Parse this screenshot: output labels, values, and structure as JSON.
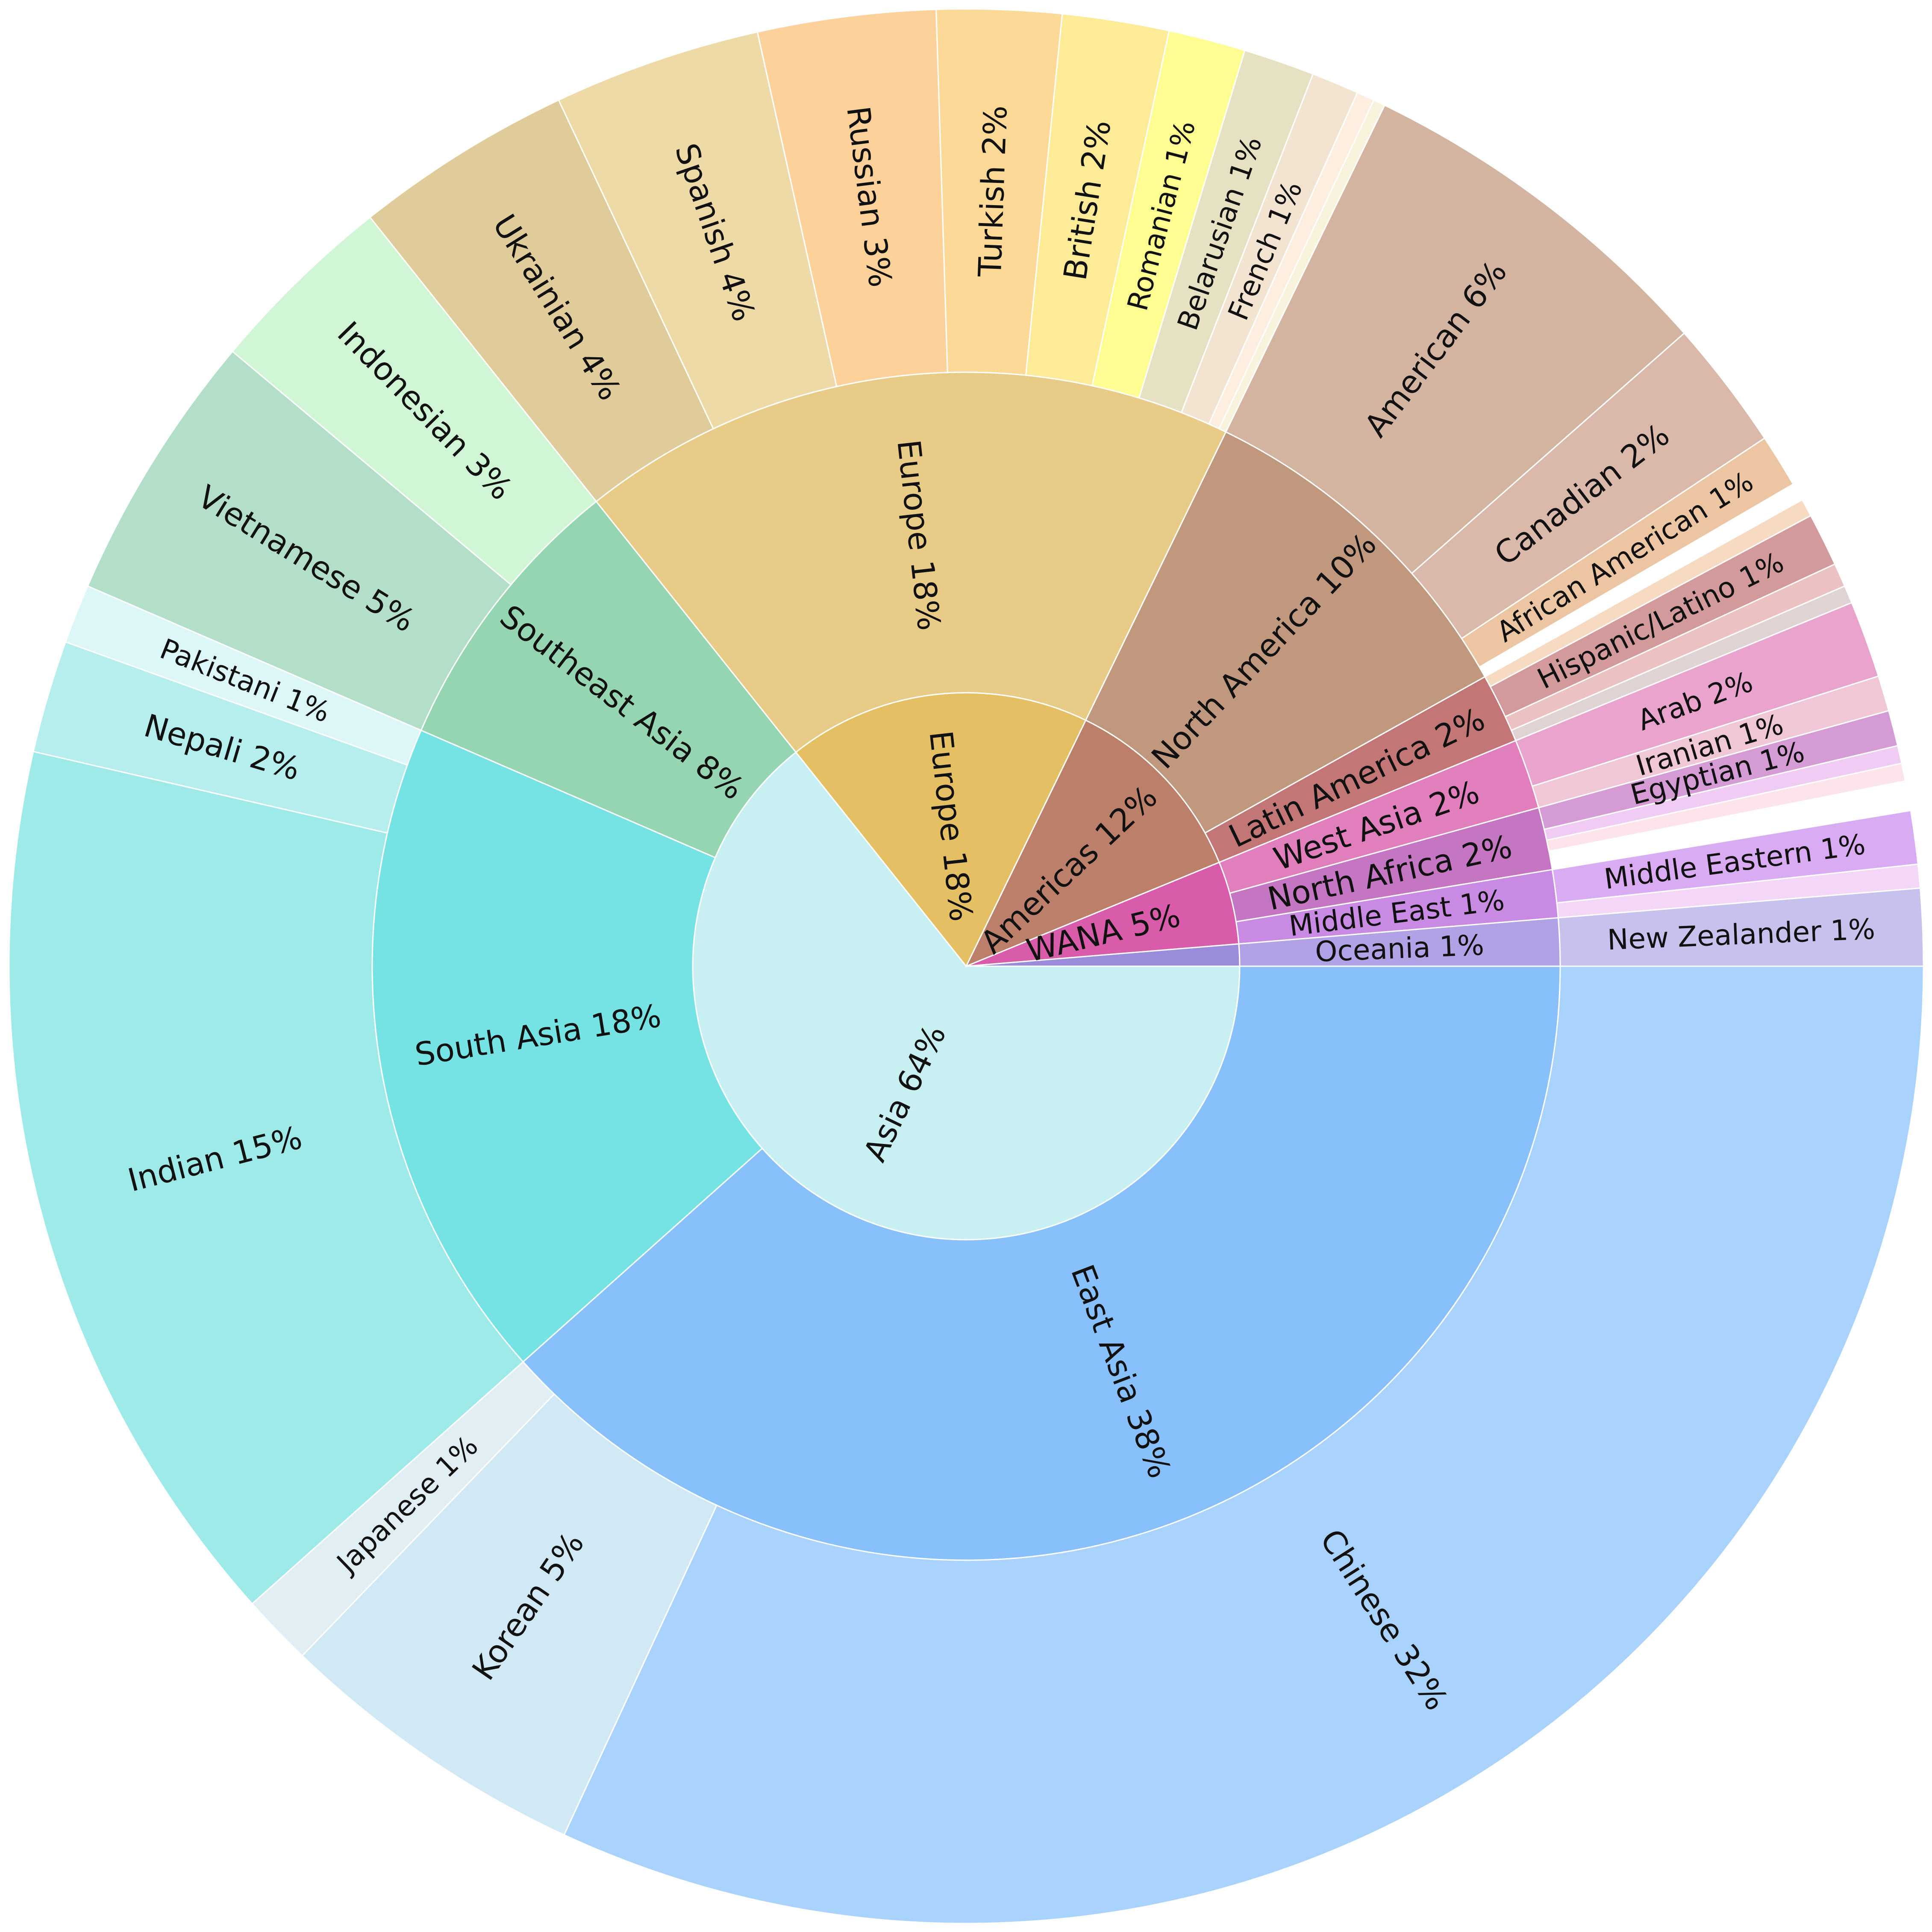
{
  "chart_data": {
    "type": "sunburst",
    "title": "",
    "nodes": [
      {
        "id": "asia",
        "label": "Asia 64%",
        "value": 64.3,
        "ring": 0,
        "parent": null,
        "color": "#c8f0f3"
      },
      {
        "id": "europe0",
        "label": "Europe 18%",
        "value": 17.9,
        "ring": 0,
        "parent": null,
        "color": "#e5bf63"
      },
      {
        "id": "americas",
        "label": "Americas 12%",
        "value": 11.6,
        "ring": 0,
        "parent": null,
        "color": "#bc806a"
      },
      {
        "id": "wana",
        "label": "WANA 5%",
        "value": 4.9,
        "ring": 0,
        "parent": null,
        "color": "#d95caa"
      },
      {
        "id": "oceania0",
        "label": "",
        "value": 1.3,
        "ring": 0,
        "parent": null,
        "color": "#9b8bdb"
      },
      {
        "id": "eastasia",
        "label": "East Asia 38%",
        "value": 38.4,
        "ring": 1,
        "parent": "asia",
        "color": "#87c0fb"
      },
      {
        "id": "southasia",
        "label": "South Asia 18%",
        "value": 18.1,
        "ring": 1,
        "parent": "asia",
        "color": "#75e2e4"
      },
      {
        "id": "seasia",
        "label": "Southeast Asia 8%",
        "value": 7.8,
        "ring": 1,
        "parent": "asia",
        "color": "#95d5b1"
      },
      {
        "id": "europe1",
        "label": "Europe 18%",
        "value": 17.9,
        "ring": 1,
        "parent": "europe0",
        "color": "#e7cb87"
      },
      {
        "id": "northam",
        "label": "North America 10%",
        "value": 9.7,
        "ring": 1,
        "parent": "americas",
        "color": "#bf987e"
      },
      {
        "id": "latam",
        "label": "Latin America 2%",
        "value": 1.9,
        "ring": 1,
        "parent": "americas",
        "color": "#c27676"
      },
      {
        "id": "westasia",
        "label": "West Asia 2%",
        "value": 1.9,
        "ring": 1,
        "parent": "wana",
        "color": "#e17fbd"
      },
      {
        "id": "nafrica",
        "label": "North Africa 2%",
        "value": 1.7,
        "ring": 1,
        "parent": "wana",
        "color": "#c476c2"
      },
      {
        "id": "mideast",
        "label": "Middle East 1%",
        "value": 1.3,
        "ring": 1,
        "parent": "wana",
        "color": "#c98ae4"
      },
      {
        "id": "oceania1",
        "label": "Oceania 1%",
        "value": 1.3,
        "ring": 1,
        "parent": "oceania0",
        "color": "#b0a2e4"
      },
      {
        "id": "chinese",
        "label": "Chinese 32%",
        "value": 31.9,
        "ring": 2,
        "parent": "eastasia",
        "color": "#a9d3fc"
      },
      {
        "id": "korean",
        "label": "Korean 5%",
        "value": 5.3,
        "ring": 2,
        "parent": "eastasia",
        "color": "#d1e9f5"
      },
      {
        "id": "japanese",
        "label": "Japanese 1%",
        "value": 1.2,
        "ring": 2,
        "parent": "eastasia",
        "color": "#e1eef3"
      },
      {
        "id": "indian",
        "label": "Indian 15%",
        "value": 15.2,
        "ring": 2,
        "parent": "southasia",
        "color": "#9eeae9"
      },
      {
        "id": "nepali",
        "label": "Nepali 2%",
        "value": 1.9,
        "ring": 2,
        "parent": "southasia",
        "color": "#b5eeec"
      },
      {
        "id": "pakistani",
        "label": "Pakistani 1%",
        "value": 1.0,
        "ring": 2,
        "parent": "southasia",
        "color": "#ddf6f7"
      },
      {
        "id": "vietnamese",
        "label": "Vietnamese 5%",
        "value": 4.6,
        "ring": 2,
        "parent": "seasia",
        "color": "#b3dfc9"
      },
      {
        "id": "indonesian",
        "label": "Indonesian 3%",
        "value": 3.2,
        "ring": 2,
        "parent": "seasia",
        "color": "#d1f6d5"
      },
      {
        "id": "ukrainian",
        "label": "Ukrainian 4%",
        "value": 3.7,
        "ring": 2,
        "parent": "europe1",
        "color": "#e0cc9a"
      },
      {
        "id": "spanish",
        "label": "Spanish 4%",
        "value": 3.5,
        "ring": 2,
        "parent": "europe1",
        "color": "#eedaa6"
      },
      {
        "id": "russian",
        "label": "Russian 3%",
        "value": 3.0,
        "ring": 2,
        "parent": "europe1",
        "color": "#fdd19a"
      },
      {
        "id": "turkish",
        "label": "Turkish 2%",
        "value": 2.1,
        "ring": 2,
        "parent": "europe1",
        "color": "#fcd997"
      },
      {
        "id": "british",
        "label": "British 2%",
        "value": 1.8,
        "ring": 2,
        "parent": "europe1",
        "color": "#fdeb98"
      },
      {
        "id": "romanian",
        "label": "Romanian 1%",
        "value": 1.3,
        "ring": 2,
        "parent": "europe1",
        "color": "#fdfd92"
      },
      {
        "id": "belarusian",
        "label": "Belarusian 1%",
        "value": 1.2,
        "ring": 2,
        "parent": "europe1",
        "color": "#e6e1c2"
      },
      {
        "id": "french",
        "label": "French 1%",
        "value": 0.8,
        "ring": 2,
        "parent": "europe1",
        "color": "#f3e4d2"
      },
      {
        "id": "eu_s1",
        "label": "",
        "value": 0.3,
        "ring": 2,
        "parent": "europe1",
        "color": "#fdeee0"
      },
      {
        "id": "eu_s2",
        "label": "",
        "value": 0.3,
        "ring": 2,
        "parent": "europe1",
        "color": "#f8f3dd"
      },
      {
        "id": "eu_s3",
        "label": "",
        "value": 0.2,
        "ring": 2,
        "parent": "europe1",
        "color": "#fffde7"
      },
      {
        "id": "american",
        "label": "American 6%",
        "value": 6.3,
        "ring": 2,
        "parent": "northam",
        "color": "#d2b4a0"
      },
      {
        "id": "canadian",
        "label": "Canadian 2%",
        "value": 2.2,
        "ring": 2,
        "parent": "northam",
        "color": "#dab9ab"
      },
      {
        "id": "afam",
        "label": "African American 1%",
        "value": 0.9,
        "ring": 2,
        "parent": "northam",
        "color": "#ecc5a2"
      },
      {
        "id": "la_s1",
        "label": "",
        "value": 0.3,
        "ring": 2,
        "parent": "latam",
        "color": "#f6dac1"
      },
      {
        "id": "hispanic",
        "label": "Hispanic/Latino 1%",
        "value": 0.9,
        "ring": 2,
        "parent": "latam",
        "color": "#d29a9a"
      },
      {
        "id": "la_s2",
        "label": "",
        "value": 0.4,
        "ring": 2,
        "parent": "latam",
        "color": "#ecc1c1"
      },
      {
        "id": "la_s3",
        "label": "",
        "value": 0.3,
        "ring": 2,
        "parent": "latam",
        "color": "#e0d3d3"
      },
      {
        "id": "arab",
        "label": "Arab 2%",
        "value": 1.3,
        "ring": 2,
        "parent": "westasia",
        "color": "#e8a4cd"
      },
      {
        "id": "iranian",
        "label": "Iranian 1%",
        "value": 0.6,
        "ring": 2,
        "parent": "westasia",
        "color": "#efc7d7"
      },
      {
        "id": "egyptian",
        "label": "Egyptian 1%",
        "value": 0.6,
        "ring": 2,
        "parent": "nafrica",
        "color": "#d49bd4"
      },
      {
        "id": "na_s1",
        "label": "",
        "value": 0.3,
        "ring": 2,
        "parent": "nafrica",
        "color": "#f0cbf3"
      },
      {
        "id": "na_s2",
        "label": "",
        "value": 0.3,
        "ring": 2,
        "parent": "nafrica",
        "color": "#fde3ea"
      },
      {
        "id": "mideastern",
        "label": "Middle Eastern 1%",
        "value": 0.9,
        "ring": 2,
        "parent": "mideast",
        "color": "#d9abf2"
      },
      {
        "id": "me_s1",
        "label": "",
        "value": 0.4,
        "ring": 2,
        "parent": "mideast",
        "color": "#f4d7f7"
      },
      {
        "id": "nz",
        "label": "New Zealander 1%",
        "value": 1.3,
        "ring": 2,
        "parent": "oceania1",
        "color": "#c7c1ee"
      }
    ]
  }
}
